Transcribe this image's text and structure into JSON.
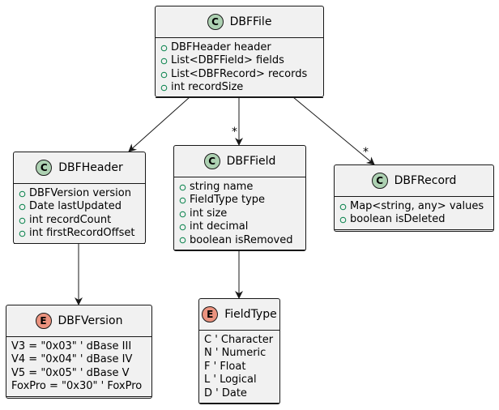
{
  "classes": {
    "dbffile": {
      "badge": "C",
      "name": "DBFFile",
      "fields": [
        "DBFHeader header",
        "List<DBFField> fields",
        "List<DBFRecord> records",
        "int recordSize"
      ]
    },
    "dbfheader": {
      "badge": "C",
      "name": "DBFHeader",
      "fields": [
        "DBFVersion version",
        "Date lastUpdated",
        "int recordCount",
        "int firstRecordOffset"
      ]
    },
    "dbffield": {
      "badge": "C",
      "name": "DBFField",
      "fields": [
        "string name",
        "FieldType type",
        "int size",
        "int decimal",
        "boolean isRemoved"
      ]
    },
    "dbfrecord": {
      "badge": "C",
      "name": "DBFRecord",
      "fields": [
        "Map<string, any> values",
        "boolean isDeleted"
      ]
    }
  },
  "enums": {
    "dbfversion": {
      "badge": "E",
      "name": "DBFVersion",
      "values": [
        "V3 = \"0x03\" ' dBase III",
        "V4 = \"0x04\" ' dBase IV",
        "V5 = \"0x05\" ' dBase V",
        "FoxPro = \"0x30\" ' FoxPro"
      ]
    },
    "fieldtype": {
      "badge": "E",
      "name": "FieldType",
      "values": [
        "C ' Character",
        "N ' Numeric",
        "F ' Float",
        "L ' Logical",
        "D ' Date"
      ]
    }
  },
  "multiplicities": {
    "fields": "*",
    "records": "*"
  },
  "colors": {
    "class_badge": "#add1b2",
    "enum_badge": "#eb937f",
    "box_fill": "#f1f1f1",
    "line": "#181818"
  }
}
